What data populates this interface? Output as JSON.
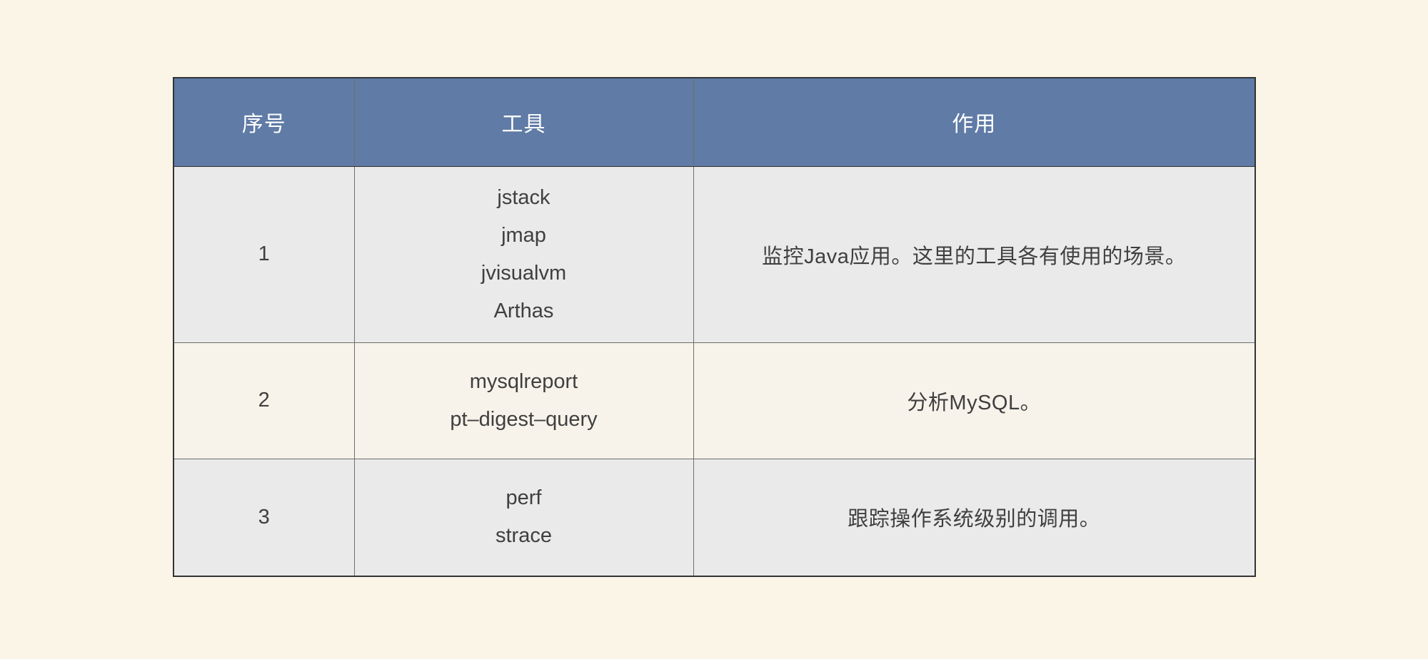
{
  "theme": {
    "page_bg": "#FAF5E7",
    "header_bg": "#5F7BA6",
    "header_text": "#FFFFFF",
    "row_odd_bg": "#EAEAEA",
    "row_even_bg": "#F7F3EA",
    "border_outer": "#333333",
    "border_inner": "#6E6E6E",
    "body_text": "#3F3F3F"
  },
  "table": {
    "columns": [
      {
        "key": "index",
        "label": "序号"
      },
      {
        "key": "tool",
        "label": "工具"
      },
      {
        "key": "purpose",
        "label": "作用"
      }
    ],
    "rows": [
      {
        "index": "1",
        "tools": [
          "jstack",
          "jmap",
          "jvisualvm",
          "Arthas"
        ],
        "purpose": "监控Java应用。这里的工具各有使用的场景。"
      },
      {
        "index": "2",
        "tools": [
          "mysqlreport",
          "pt–digest–query"
        ],
        "purpose": "分析MySQL。"
      },
      {
        "index": "3",
        "tools": [
          "perf",
          "strace"
        ],
        "purpose": "跟踪操作系统级别的调用。"
      }
    ]
  }
}
